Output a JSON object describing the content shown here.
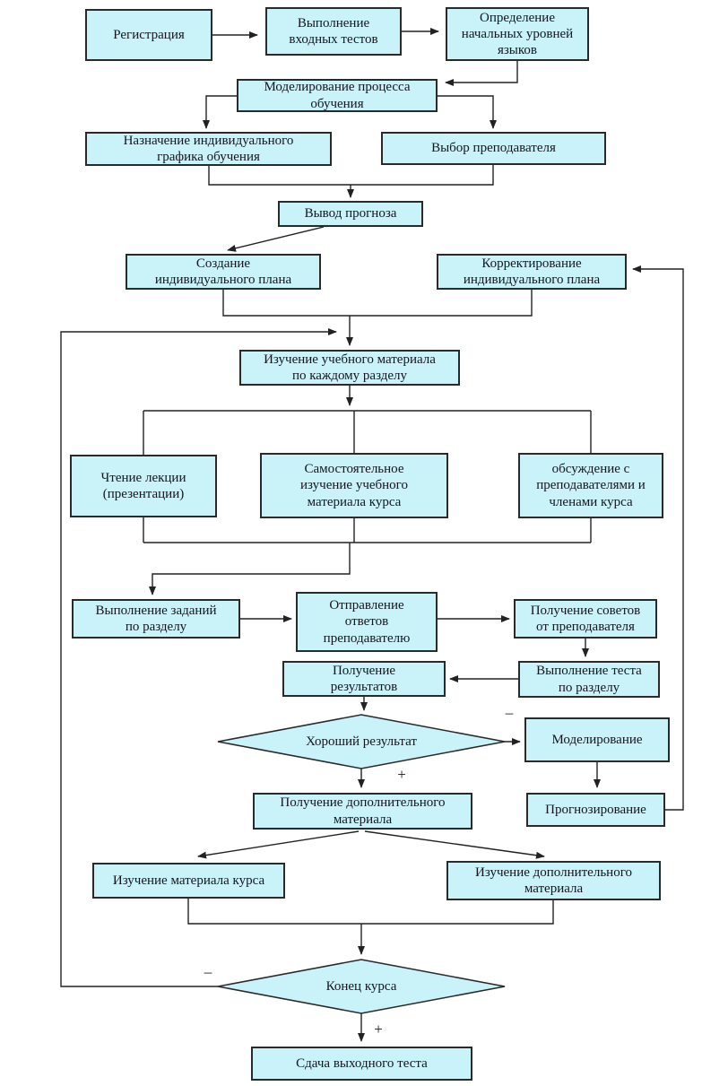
{
  "colors": {
    "node_fill": "#c9f3f9",
    "node_border": "#2a2a2a",
    "text_color": "#15151f",
    "line_color": "#222222",
    "background": "#ffffff"
  },
  "nodes": {
    "registration": {
      "label": "Регистрация"
    },
    "input_tests": {
      "label": "Выполнение\nвходных тестов"
    },
    "initial_levels": {
      "label": "Определение\nначальных уровней\nязыков"
    },
    "modeling_process": {
      "label": "Моделирование процесса\nобучения"
    },
    "individual_schedule": {
      "label": "Назначение индивидуального\nграфика обучения"
    },
    "teacher_choice": {
      "label": "Выбор преподавателя"
    },
    "forecast_output": {
      "label": "Вывод прогноза"
    },
    "create_plan": {
      "label": "Создание\nиндивидуального плана"
    },
    "correct_plan": {
      "label": "Корректирование\nиндивидуального плана"
    },
    "study_sections": {
      "label": "Изучение учебного материала\nпо каждому разделу"
    },
    "lecture_reading": {
      "label": "Чтение лекции\n(презентации)"
    },
    "self_study": {
      "label": "Самостоятельное\nизучение учебного\nматериала курса"
    },
    "discussion": {
      "label": "обсуждение с\nпреподавателями и\nчленами курса"
    },
    "assignments": {
      "label": "Выполнение заданий\nпо разделу"
    },
    "send_answers": {
      "label": "Отправление\nответов\nпреподавателю"
    },
    "get_advice": {
      "label": "Получение советов\nот преподавателя"
    },
    "section_test": {
      "label": "Выполнение теста\nпо разделу"
    },
    "get_results": {
      "label": "Получение\nрезультатов"
    },
    "good_result": {
      "label": "Хороший результат"
    },
    "modeling": {
      "label": "Моделирование"
    },
    "extra_material": {
      "label": "Получение дополнительного\nматериала"
    },
    "forecasting": {
      "label": "Прогнозирование"
    },
    "course_material_study": {
      "label": "Изучение материала курса"
    },
    "extra_material_study": {
      "label": "Изучение дополнительного\nматериала"
    },
    "course_end": {
      "label": "Конец курса"
    },
    "final_test": {
      "label": "Сдача выходного теста"
    }
  },
  "branch_labels": {
    "good_result_yes": "+",
    "good_result_no": "–",
    "course_end_yes": "+",
    "course_end_no": "–"
  }
}
